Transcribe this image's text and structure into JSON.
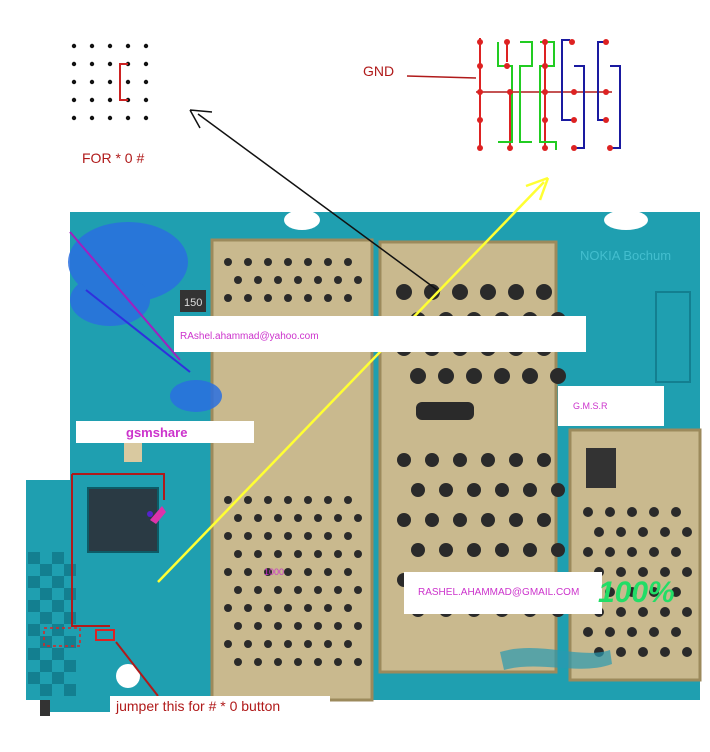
{
  "labels": {
    "for_code": "FOR * 0 #",
    "gnd": "GND",
    "email_yahoo": "RAshel.ahammad@yahoo.com",
    "gsmshare": "gsmshare",
    "gmsr": "G.M.S.R",
    "email_gmail": "RASHEL.AHAMMAD@GMAIL.COM",
    "percent": "100%",
    "jumper_note": "jumper this for # * 0 button",
    "board_brand": "NOKIA Bochum",
    "shield_mark": "1000"
  },
  "colors": {
    "pcb": "#1f9fb0",
    "pcb_dark": "#137f90",
    "shield": "#c9b98e",
    "shield_hole": "#2a2a2a",
    "annot_red": "#b01a1a",
    "yellow_arrow": "#ffff33",
    "magenta": "#cc33cc",
    "green_percent": "#22dd66",
    "blue_scribble": "#2a6fe0",
    "trace_red": "#dd2222",
    "trace_green": "#22cc22",
    "trace_blue": "#1a1aa0"
  }
}
